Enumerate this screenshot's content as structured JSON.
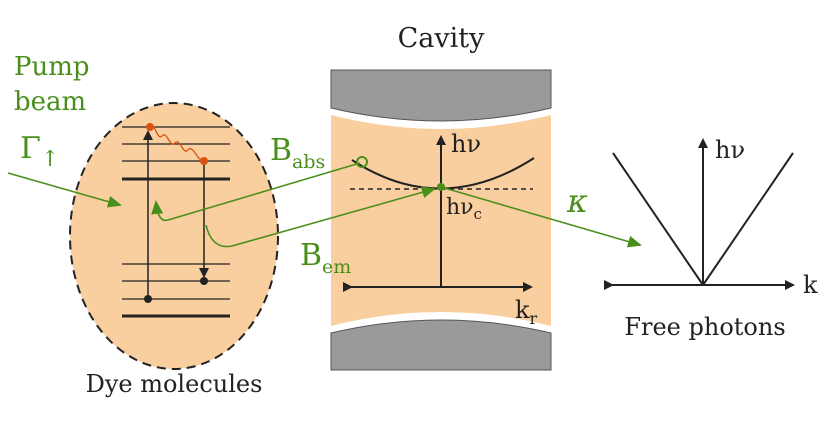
{
  "labels": {
    "cavity_title": "Cavity",
    "pump_line1": "Pump",
    "pump_line2": "beam",
    "pump_rate": "Γ",
    "pump_rate_arrow": "↑",
    "b_abs_main": "B",
    "b_abs_sub": "abs",
    "b_em_main": "B",
    "b_em_sub": "em",
    "kappa": "κ",
    "cavity_energy_axis": "hν",
    "cavity_cutoff_main": "hν",
    "cavity_cutoff_sub": "c",
    "cavity_momentum_main": "k",
    "cavity_momentum_sub": "r",
    "free_energy_axis": "hν",
    "free_momentum_axis": "k",
    "free_caption": "Free photons",
    "dye_caption": "Dye molecules"
  },
  "colors": {
    "dye_fill": "#f9cfa0",
    "cavity_fill": "#f9cfa0",
    "mirror": "#9a9a9a",
    "green": "#4a8f1c",
    "orange_dot": "#d9520f",
    "line": "#222222"
  }
}
